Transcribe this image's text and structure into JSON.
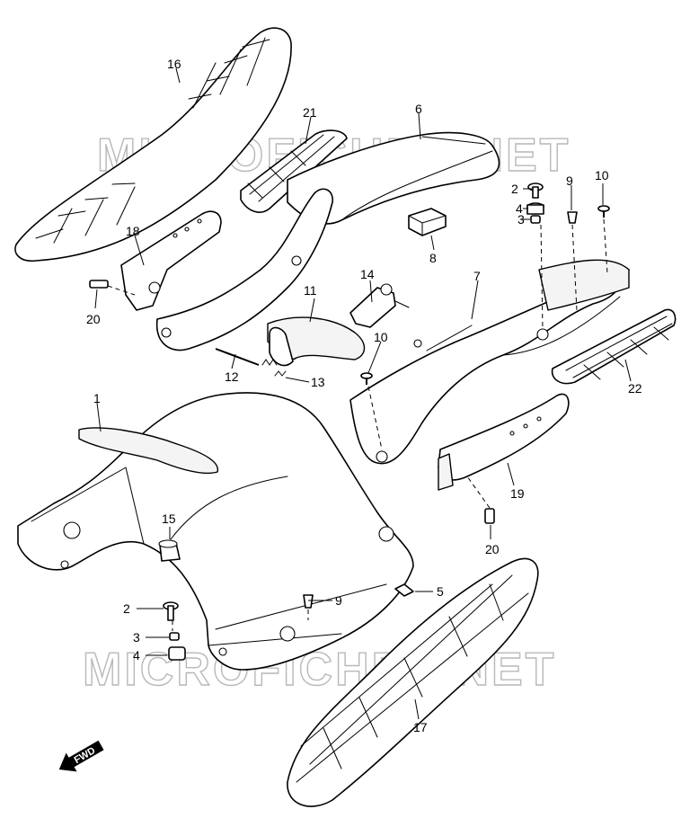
{
  "watermark": "MICROFICHES.NET",
  "fwd_label": "FWD",
  "callouts": {
    "c1": "1",
    "c2a": "2",
    "c2b": "2",
    "c3a": "3",
    "c3b": "3",
    "c4a": "4",
    "c4b": "4",
    "c5": "5",
    "c6": "6",
    "c7": "7",
    "c8": "8",
    "c9a": "9",
    "c9b": "9",
    "c10a": "10",
    "c10b": "10",
    "c11": "11",
    "c12": "12",
    "c13": "13",
    "c14": "14",
    "c15": "15",
    "c16": "16",
    "c17": "17",
    "c18": "18",
    "c19": "19",
    "c20a": "20",
    "c20b": "20",
    "c21": "21",
    "c22": "22"
  }
}
